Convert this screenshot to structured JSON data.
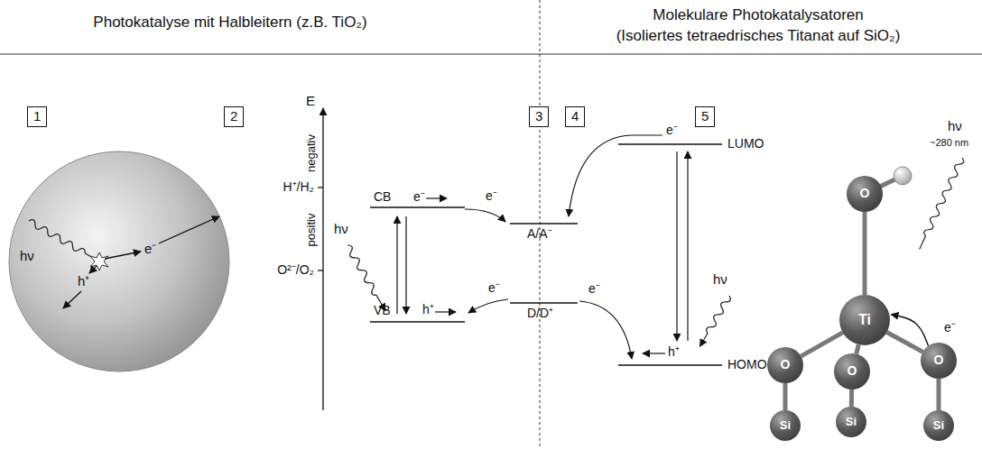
{
  "diagram": {
    "nodes": [
      {
        "text": [
          "1"
        ]
      },
      {
        "text": [
          "hν",
          "e⁻",
          "h⁺"
        ]
      },
      {
        "text": [
          "2"
        ]
      },
      {
        "text": [
          "3"
        ]
      },
      {
        "text": [
          "4"
        ]
      },
      {
        "text": [
          "5"
        ]
      },
      {
        "text": [
          "O"
        ]
      },
      {
        "text": [
          "Ti"
        ]
      },
      {
        "text": [
          "O"
        ]
      },
      {
        "text": [
          "O"
        ]
      },
      {
        "text": [
          "O"
        ]
      },
      {
        "text": [
          "Si"
        ]
      },
      {
        "text": [
          "Si"
        ]
      },
      {
        "text": [
          "Si"
        ]
      }
    ],
    "edges": [
      {
        "from": 6,
        "to": 7,
        "arrow": "none"
      },
      {
        "from": 7,
        "to": 8,
        "arrow": "none"
      },
      {
        "from": 7,
        "to": 9,
        "arrow": "none"
      },
      {
        "from": 7,
        "to": 10,
        "arrow": "none"
      },
      {
        "from": 8,
        "to": 11,
        "arrow": "none"
      },
      {
        "from": 9,
        "to": 12,
        "arrow": "none"
      },
      {
        "from": 10,
        "to": 13,
        "arrow": "none"
      },
      {
        "from": 10,
        "to": 7,
        "arrow": "to"
      }
    ],
    "labels": [
      "Photokatalyse mit Halbleitern (z.B. TiO₂)",
      "Molekulare Photokatalysatoren",
      "(Isoliertes tetraedrisches Titanat auf SiO₂)",
      "E",
      "negativ",
      "positiv",
      "H⁺/H₂",
      "O²⁻/O₂",
      "hν",
      "CB",
      "e⁻",
      "e⁻",
      "A/A⁻",
      "VB",
      "h⁺",
      "e⁻",
      "D/D⁺",
      "e⁻",
      "e⁻",
      "LUMO",
      "hν",
      "h⁺",
      "HOMO",
      "hν",
      "~280 nm",
      "e⁻"
    ]
  }
}
